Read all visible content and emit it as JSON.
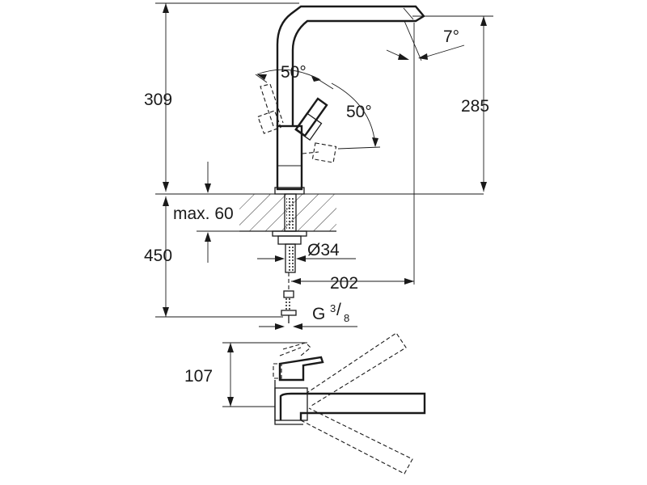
{
  "dimensions": {
    "total_height": "309",
    "spout_height": "285",
    "counter_max": "max. 60",
    "hose_length": "450",
    "hole_diameter": "Ø34",
    "reach": "202",
    "connection_prefix": "G",
    "connection_num": "3",
    "connection_den": "8",
    "lever_depth": "107"
  },
  "angles": {
    "spout_tilt": "7°",
    "lever_forward": "50°",
    "lever_back": "50°"
  }
}
